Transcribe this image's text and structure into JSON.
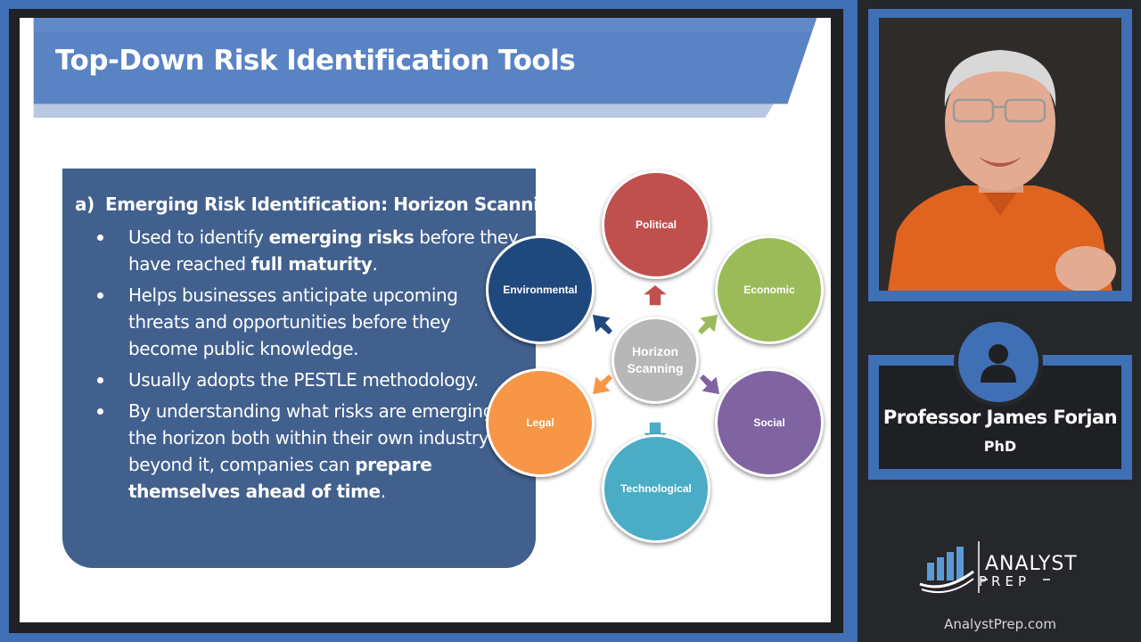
{
  "slide": {
    "title": "Top-Down Risk Identification Tools",
    "heading_marker": "a)",
    "heading": "Emerging Risk Identification: Horizon Scanning",
    "bullets": [
      {
        "pre": "Used to identify ",
        "bold": "emerging risks",
        "mid": " before they have reached ",
        "bold2": "full maturity",
        "post": "."
      },
      {
        "pre": "Helps businesses anticipate upcoming threats and opportunities before they become public knowledge."
      },
      {
        "pre": "Usually adopts the PESTLE methodology."
      },
      {
        "pre": "By understanding what risks are emerging on the horizon both within their own industry & beyond it, companies can ",
        "bold": "prepare themselves ahead of time",
        "post": "."
      }
    ]
  },
  "diagram": {
    "center_line1": "Horizon",
    "center_line2": "Scanning",
    "petals": [
      {
        "label": "Political",
        "color": "#c0504d"
      },
      {
        "label": "Economic",
        "color": "#9bbb59"
      },
      {
        "label": "Social",
        "color": "#8064a2"
      },
      {
        "label": "Technological",
        "color": "#4bacc6"
      },
      {
        "label": "Legal",
        "color": "#f79646"
      },
      {
        "label": "Environmental",
        "color": "#1f497d"
      }
    ]
  },
  "presenter": {
    "name": "Professor James Forjan",
    "degree": "PhD"
  },
  "brand": {
    "logo_main": "ANALYST",
    "logo_sub": "PREP",
    "site": "AnalystPrep.com",
    "accent": "#3f6fb5"
  },
  "icons": [
    "user-icon",
    "analystprep-logo-icon"
  ]
}
